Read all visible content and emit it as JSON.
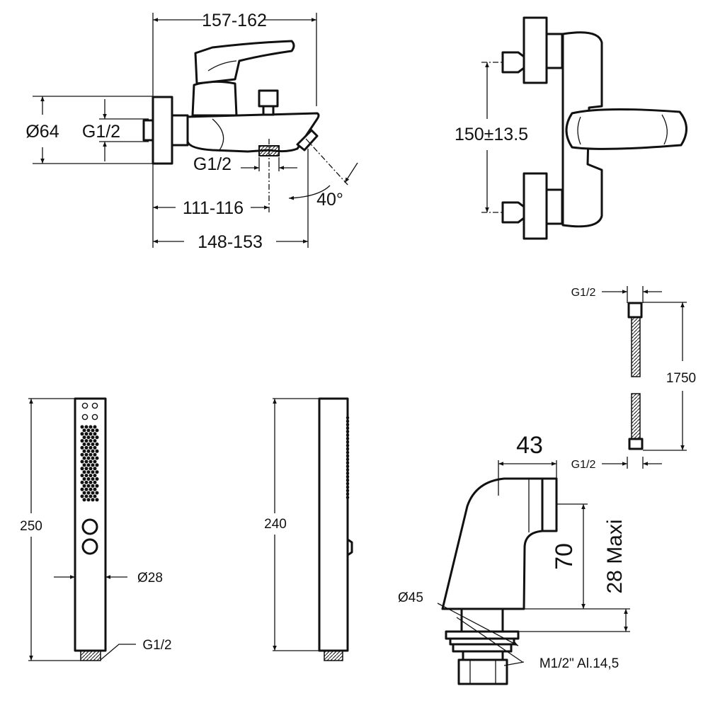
{
  "dimensions": {
    "total_length": "157-162",
    "diameter_flange": "Ø64",
    "inlet_thread": "G1/2",
    "outlet_thread": "G1/2",
    "outlet_offset": "111-116",
    "spout_length": "148-153",
    "spout_angle": "40°",
    "inlet_spacing": "150±13.5",
    "hose_thread_top": "G1/2",
    "hose_length": "1750",
    "hose_thread_bottom": "G1/2",
    "handshower_length": "250",
    "handshower_diameter": "Ø28",
    "handshower_thread": "G1/2",
    "handshower_side_length": "240",
    "eccentric_width": "43",
    "eccentric_height": "70",
    "eccentric_max": "28 Maxi",
    "eccentric_diameter": "Ø45",
    "eccentric_thread": "M1/2\" Al.14,5"
  }
}
